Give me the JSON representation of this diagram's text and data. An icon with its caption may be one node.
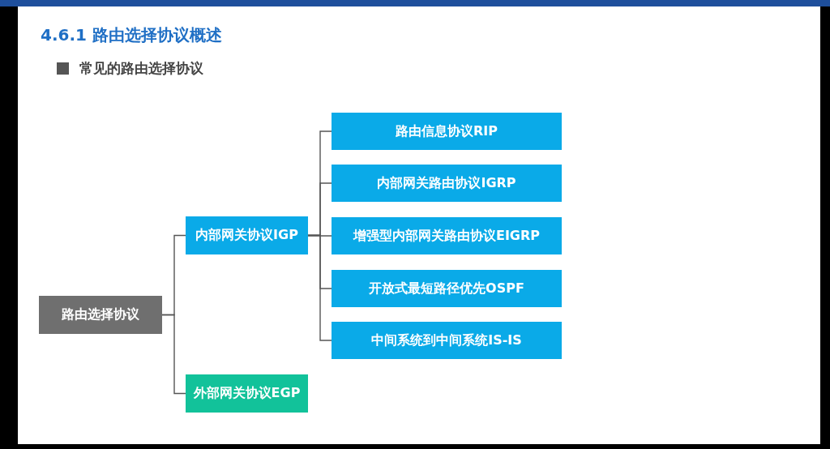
{
  "diagram": {
    "title": "4.6.1 路由选择协议概述",
    "nodes": [
      {
        "text": [
          "路由选择协议"
        ]
      },
      {
        "text": [
          "内部网关协议IGP"
        ]
      },
      {
        "text": [
          "外部网关协议EGP"
        ]
      },
      {
        "text": [
          "路由信息协议RIP"
        ]
      },
      {
        "text": [
          "内部网关路由协议IGRP"
        ]
      },
      {
        "text": [
          "增强型内部网关路由协议EIGRP"
        ]
      },
      {
        "text": [
          "开放式最短路径优先OSPF"
        ]
      },
      {
        "text": [
          "中间系统到中间系统IS-IS"
        ]
      }
    ],
    "edges": [
      {
        "from": 0,
        "to": 1,
        "arrow": "none"
      },
      {
        "from": 0,
        "to": 2,
        "arrow": "none"
      },
      {
        "from": 1,
        "to": 3,
        "arrow": "none"
      },
      {
        "from": 1,
        "to": 4,
        "arrow": "none"
      },
      {
        "from": 1,
        "to": 5,
        "arrow": "none"
      },
      {
        "from": 1,
        "to": 6,
        "arrow": "none"
      },
      {
        "from": 1,
        "to": 7,
        "arrow": "none"
      }
    ],
    "labels": [
      "常见的路由选择协议"
    ]
  }
}
